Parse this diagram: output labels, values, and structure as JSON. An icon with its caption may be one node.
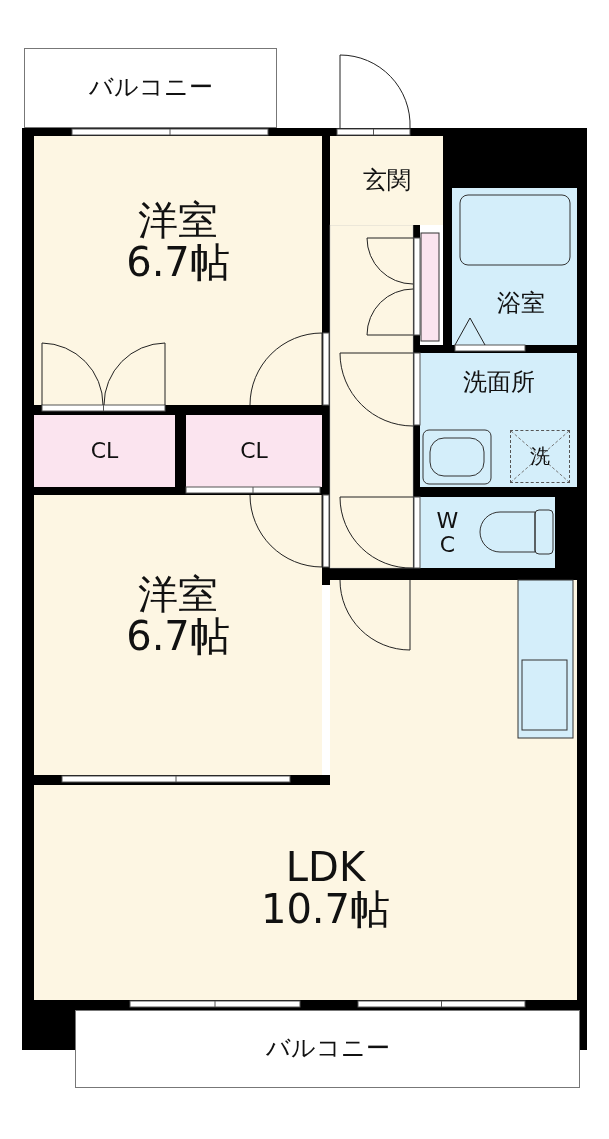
{
  "diagram": {
    "nodes": [
      {
        "text": [
          "バルコニー"
        ]
      },
      {
        "text": [
          "洋室",
          "6.7帖"
        ]
      },
      {
        "text": [
          "玄関"
        ]
      },
      {
        "text": [
          "浴室"
        ]
      },
      {
        "text": [
          "洗面所"
        ]
      },
      {
        "text": [
          "洗"
        ],
        "in": 4
      },
      {
        "text": [
          "CL"
        ]
      },
      {
        "text": [
          "CL"
        ]
      },
      {
        "text": [
          "W C"
        ]
      },
      {
        "text": [
          "洋室",
          "6.7帖"
        ]
      },
      {
        "text": [
          "LDK",
          "10.7帖"
        ]
      },
      {
        "text": [
          "バルコニー"
        ]
      }
    ]
  }
}
